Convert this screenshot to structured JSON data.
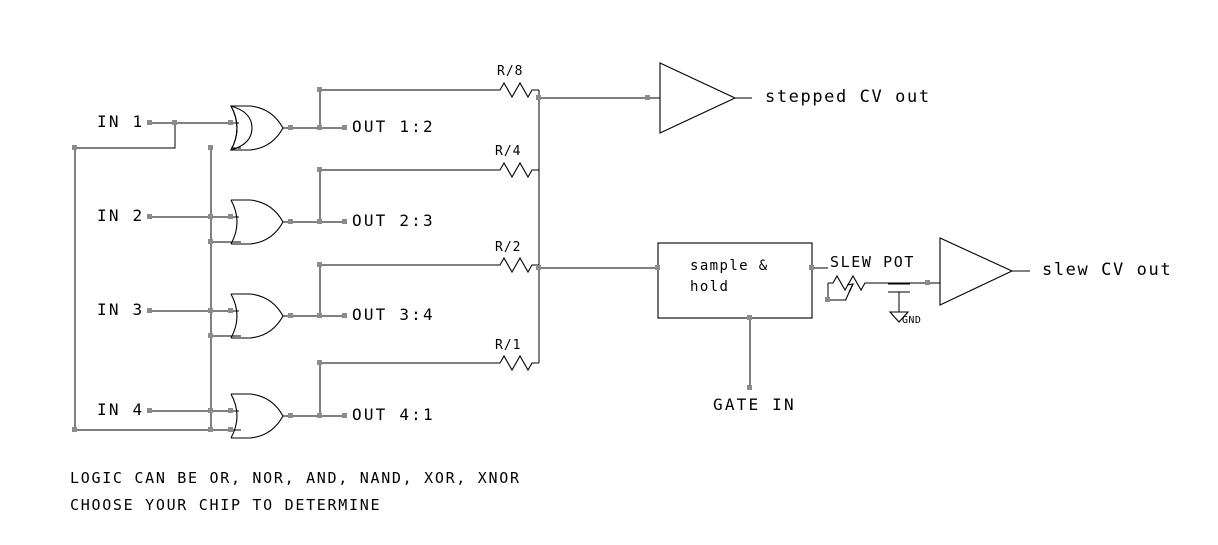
{
  "diagram": {
    "title": "stepped / slew CV generator logic schematic",
    "background": "#ffffff",
    "line_color": "#000000",
    "junction_color": "#8c8c8c"
  },
  "inputs": [
    {
      "label": "IN 1"
    },
    {
      "label": "IN 2"
    },
    {
      "label": "IN 3"
    },
    {
      "label": "IN 4"
    }
  ],
  "gates": [
    {
      "type": "or-gate",
      "output_label": "OUT 1:2"
    },
    {
      "type": "or-gate",
      "output_label": "OUT 2:3"
    },
    {
      "type": "or-gate",
      "output_label": "OUT 3:4"
    },
    {
      "type": "or-gate",
      "output_label": "OUT 4:1"
    }
  ],
  "resistors": [
    {
      "label": "R/8"
    },
    {
      "label": "R/4"
    },
    {
      "label": "R/2"
    },
    {
      "label": "R/1"
    }
  ],
  "blocks": {
    "sample_hold": {
      "line1": "sample &",
      "line2": "hold"
    }
  },
  "labels": {
    "stepped_out": "stepped CV out",
    "slew_out": "slew CV out",
    "gate_in": "GATE IN",
    "slew_pot": "SLEW POT",
    "ground": "GND"
  },
  "notes": {
    "line1": "LOGIC CAN BE OR, NOR, AND, NAND, XOR, XNOR",
    "line2": "CHOOSE YOUR CHIP TO DETERMINE"
  }
}
